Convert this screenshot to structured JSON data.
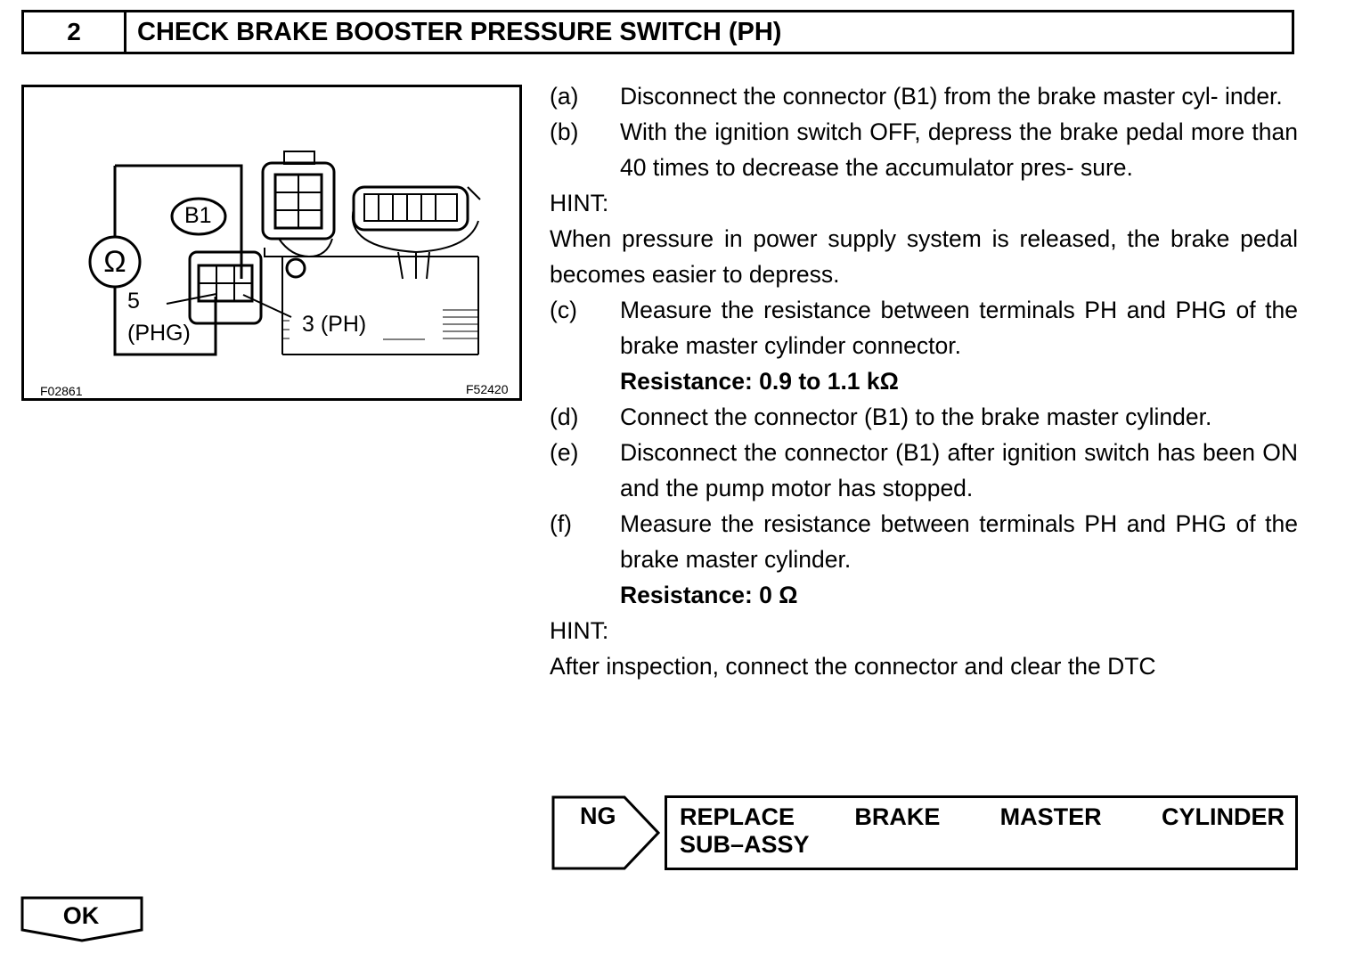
{
  "header": {
    "number": "2",
    "title": "CHECK BRAKE BOOSTER PRESSURE SWITCH (PH)"
  },
  "figure": {
    "connector_label": "B1",
    "meter_symbol": "Ω",
    "pin5_label": "5",
    "pin5_name": "(PHG)",
    "pin3_label": "3 (PH)",
    "code_left": "F02861",
    "code_right": "F52420"
  },
  "procedure": {
    "step_a": {
      "marker": "(a)",
      "text": "Disconnect the connector (B1) from the brake master cyl- inder."
    },
    "step_b": {
      "marker": "(b)",
      "text": "With the ignition switch OFF, depress the brake pedal more than 40 times to decrease the accumulator pres- sure."
    },
    "hint1_label": "HINT:",
    "hint1_text": "When pressure in power supply system is released, the brake pedal becomes easier to depress.",
    "step_c": {
      "marker": "(c)",
      "text": "Measure the resistance between terminals PH and PHG of the brake master cylinder connector."
    },
    "spec_c": "Resistance: 0.9 to 1.1 kΩ",
    "step_d": {
      "marker": "(d)",
      "text": "Connect the connector (B1) to the brake master cylinder."
    },
    "step_e": {
      "marker": "(e)",
      "text": "Disconnect the connector (B1) after ignition switch has been ON and the pump motor has stopped."
    },
    "step_f": {
      "marker": "(f)",
      "text": "Measure the resistance between terminals PH and PHG of the brake master cylinder."
    },
    "spec_f": "Resistance: 0 Ω",
    "hint2_label": "HINT:",
    "hint2_text": "After inspection, connect the connector and clear the DTC"
  },
  "result": {
    "ng_label": "NG",
    "action_line1": "REPLACE BRAKE MASTER CYLINDER",
    "action_line2": "SUB–ASSY",
    "ok_label": "OK"
  }
}
